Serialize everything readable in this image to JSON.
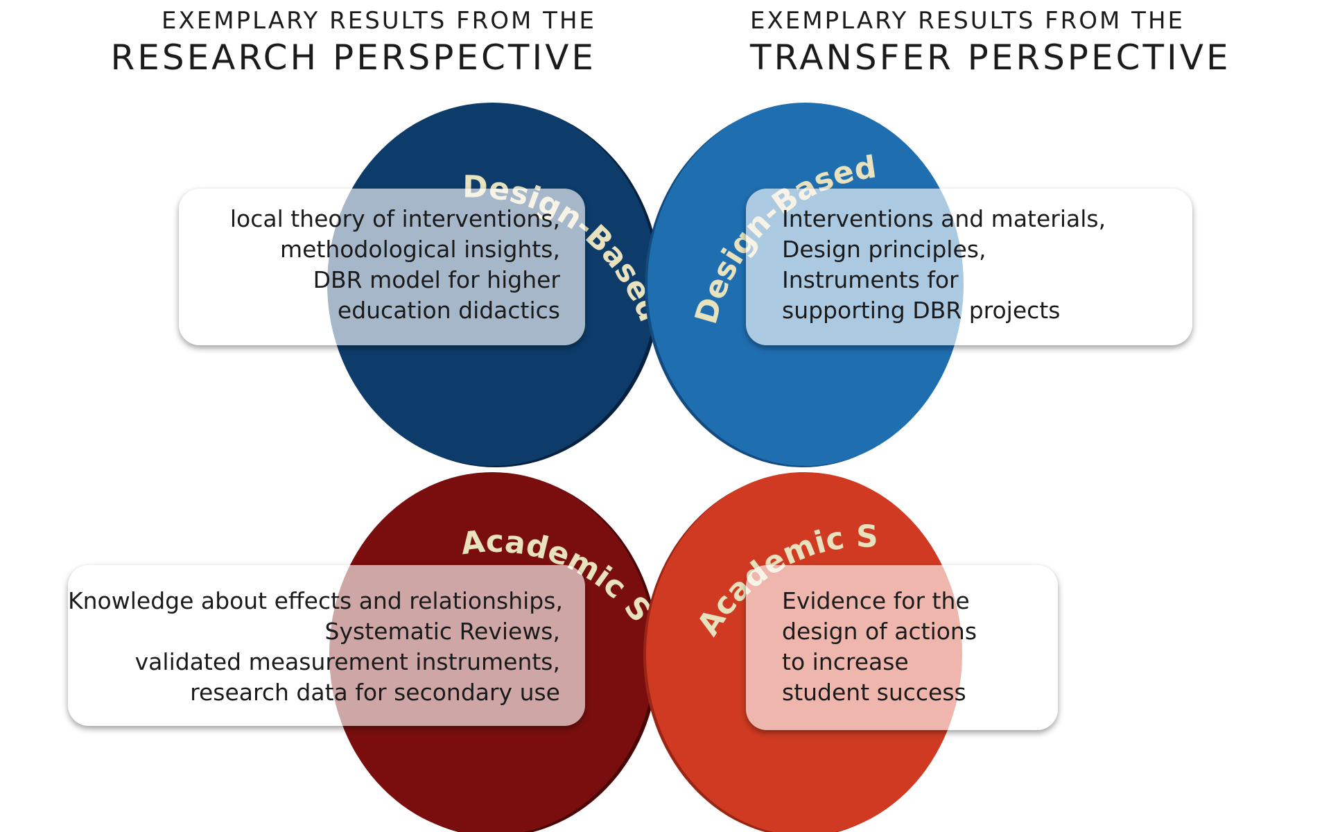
{
  "headings": {
    "research": {
      "line1": "EXEMPLARY RESULTS FROM THE",
      "line2": "RESEARCH PERSPECTIVE"
    },
    "transfer": {
      "line1": "EXEMPLARY RESULTS FROM THE",
      "line2": "TRANSFER PERSPECTIVE"
    }
  },
  "discs": {
    "research_dbr": {
      "label": "Design-Based Research",
      "color": "#0d3c6a"
    },
    "transfer_dbr": {
      "label": "Design-Based Research",
      "color": "#1f6eb0"
    },
    "research_success": {
      "label": "Academic Success",
      "color": "#7a0e0e"
    },
    "transfer_success": {
      "label": "Academic Success",
      "color": "#d03a22"
    },
    "label_color": "#e8e2bf"
  },
  "boxes": {
    "research_dbr": [
      "local theory of interventions,",
      "methodological insights,",
      "DBR model for higher",
      "education didactics"
    ],
    "transfer_dbr": [
      "Interventions and materials,",
      "Design principles,",
      "Instruments for",
      "supporting DBR projects"
    ],
    "research_success": [
      "Knowledge about effects and relationships,",
      "Systematic Reviews,",
      "validated measurement instruments,",
      "research data for secondary use"
    ],
    "transfer_success": [
      "Evidence for the",
      "design of actions",
      "to increase",
      "student success"
    ]
  }
}
